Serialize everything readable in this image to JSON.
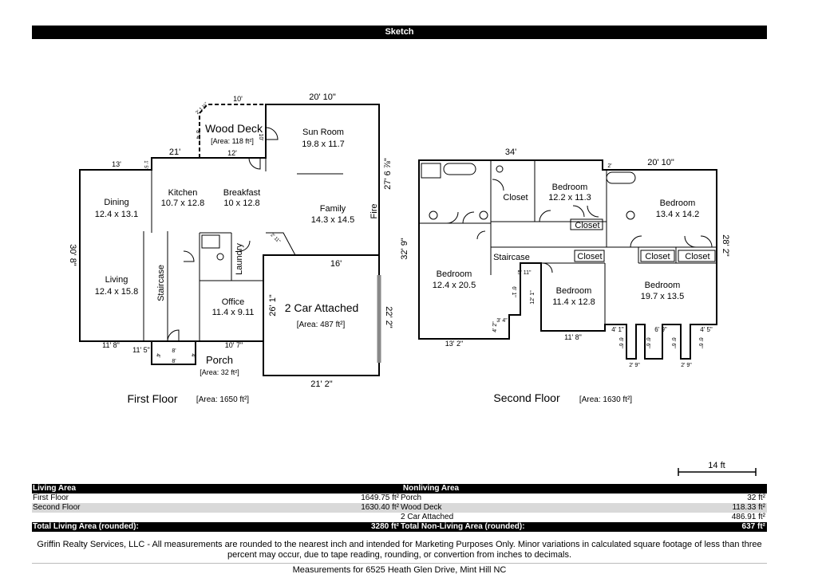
{
  "title": "Sketch",
  "first_floor": {
    "label": "First Floor",
    "area": "[Area: 1650 ft²]",
    "rooms": [
      {
        "name": "Dining",
        "size": "12.4 x 13.1"
      },
      {
        "name": "Kitchen",
        "size": "10.7 x 12.8"
      },
      {
        "name": "Breakfast",
        "size": "10 x 12.8"
      },
      {
        "name": "Sun Room",
        "size": "19.8 x 11.7"
      },
      {
        "name": "Family",
        "size": "14.3 x 14.5"
      },
      {
        "name": "Living",
        "size": "12.4 x 15.8"
      },
      {
        "name": "Office",
        "size": "11.4 x 9.11"
      }
    ],
    "wood_deck": {
      "name": "Wood Deck",
      "area": "[Area: 118 ft²]"
    },
    "garage": {
      "name": "2 Car Attached",
      "area": "[Area: 487 ft²]"
    },
    "porch": {
      "name": "Porch",
      "area": "[Area: 32 ft²]"
    },
    "labels": {
      "staircase": "Staircase",
      "laundry": "Laundry",
      "fire": "Fire"
    },
    "dims": {
      "top_sun": "20' 10\"",
      "deck_top": "10'",
      "deck_side": "8' 4\"",
      "deck_diag": "2' 1 ⅛\"",
      "deck_bottom": "12'",
      "deck_right": "10'",
      "kitchen_top": "21'",
      "dining_top": "13'",
      "small_left": "1' 5\"",
      "right_side": "27' 6 ⅞\"",
      "left_side": "30' 8\"",
      "bump": "16'",
      "garage_left": "26' 1\"",
      "garage_right": "22' 2\"",
      "garage_bottom": "21' 2\"",
      "bottom_left": "11' 8\"",
      "bottom_left2": "11' 5\"",
      "office_bottom": "10' 7\"",
      "porch_8a": "8'",
      "porch_8b": "8'",
      "porch_4a": "4'",
      "porch_4b": "4'",
      "diag": "2' 11\""
    }
  },
  "second_floor": {
    "label": "Second Floor",
    "area": "[Area: 1630 ft²]",
    "rooms": [
      {
        "name": "Bedroom",
        "size": "12.2 x 11.3"
      },
      {
        "name": "Bedroom",
        "size": "13.4 x 14.2"
      },
      {
        "name": "Bedroom",
        "size": "12.4 x 20.5"
      },
      {
        "name": "Bedroom",
        "size": "11.4 x 12.8"
      },
      {
        "name": "Bedroom",
        "size": "19.7 x 13.5"
      }
    ],
    "labels": {
      "closet": "Closet",
      "staircase": "Staircase"
    },
    "dims": {
      "top_left": "34'",
      "top_right": "20' 10\"",
      "left": "32' 9\"",
      "right": "28' 2\"",
      "bottom_left": "13' 2\"",
      "stair_w": "5' 11\"",
      "stair_h": "12' 1\"",
      "stair_d": "6' 1\"",
      "stair_a": "3' 4\"",
      "stair_b": "4' 2\"",
      "bed4_bottom": "11' 8\"",
      "b1": "4' 1\"",
      "b2": "6' 9\"",
      "b3": "4' 5\"",
      "bv1": "6' 6\"",
      "bv2": "6' 6\"",
      "bv3": "6' 6\"",
      "bv4": "6' 6\"",
      "bb1": "2' 9\"",
      "bb2": "2' 9\"",
      "b2a": "2'"
    }
  },
  "scale": "14 ft",
  "summary": {
    "living_header": "Living Area",
    "nonliving_header": "Nonliving Area",
    "rows": [
      {
        "a": "First Floor",
        "b": "1649.75 ft²",
        "c": "Porch",
        "d": "32 ft²"
      },
      {
        "a": "Second Floor",
        "b": "1630.40 ft²",
        "c": "Wood Deck",
        "d": "118.33 ft²"
      },
      {
        "a": "",
        "b": "",
        "c": "2 Car Attached",
        "d": "486.91 ft²"
      }
    ],
    "total_living_label": "Total Living Area (rounded):",
    "total_living": "3280 ft²",
    "total_nonliving_label": "Total Non-Living Area (rounded):",
    "total_nonliving": "637 ft²"
  },
  "disclaimer": "Griffin Realty Services, LLC - All measurements are rounded to the nearest inch and intended for Marketing Purposes Only.  Minor variations in calculated square footage of less than three percent may occur, due to tape reading, rounding, or convertion from inches to decimals.",
  "footer": "Measurements for 6525 Heath Glen Drive, Mint Hill NC"
}
